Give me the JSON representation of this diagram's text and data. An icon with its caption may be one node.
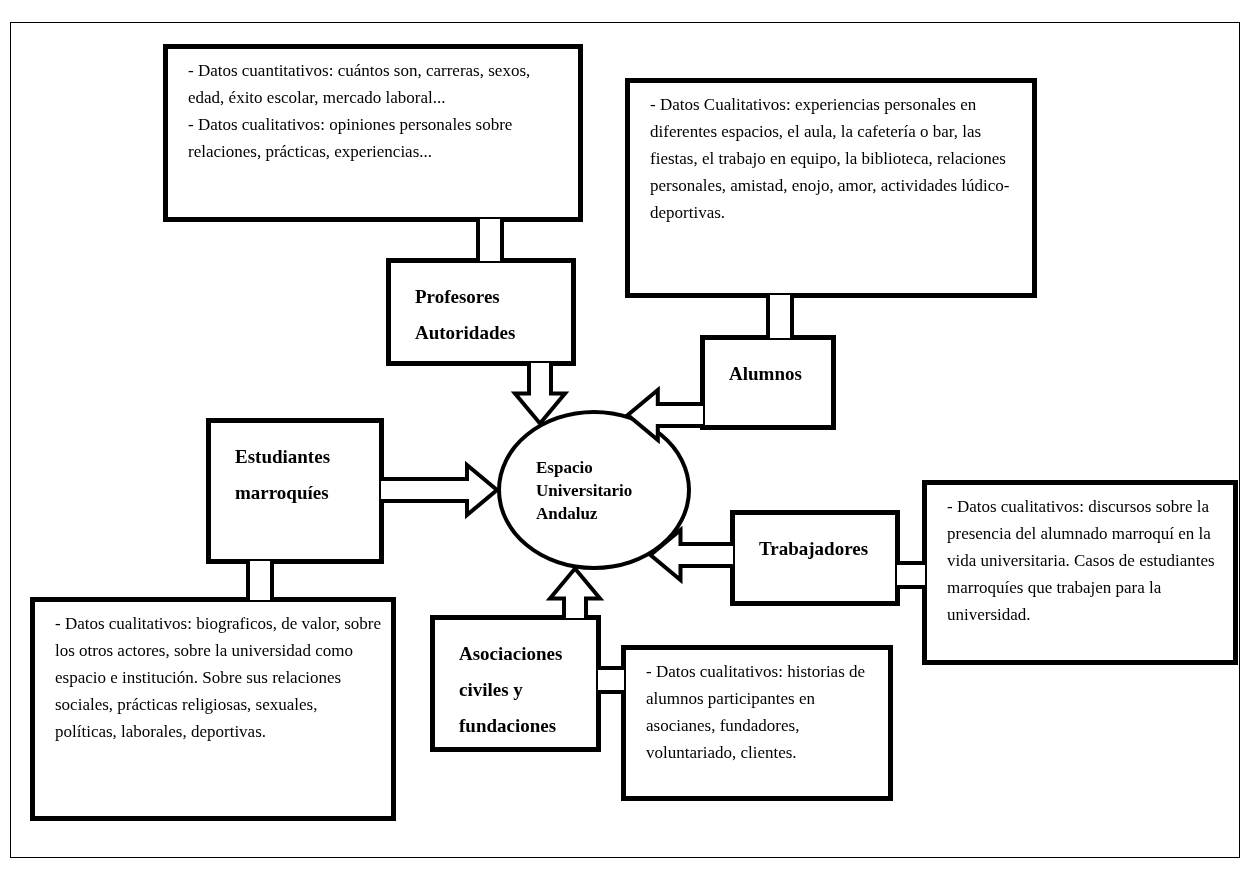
{
  "diagram": {
    "nodes": [
      {
        "text": [
          "- Datos cuantitativos: cuántos son, carreras, sexos, edad, éxito escolar, mercado laboral...",
          "- Datos cualitativos: opiniones personales sobre relaciones, prácticas, experiencias..."
        ]
      },
      {
        "text": [
          "- Datos Cualitativos: experiencias personales en diferentes espacios, el aula, la cafetería o bar, las fiestas, el trabajo en equipo, la biblioteca, relaciones personales, amistad, enojo, amor, actividades lúdico-deportivas."
        ]
      },
      {
        "text": [
          "Profesores Autoridades"
        ]
      },
      {
        "text": [
          "Alumnos"
        ]
      },
      {
        "text": [
          "Estudiantes marroquíes"
        ]
      },
      {
        "text": [
          "Espacio Universitario Andaluz"
        ]
      },
      {
        "text": [
          "- Datos cualitativos: discursos sobre la presencia del alumnado marroquí en la vida universitaria. Casos de estudiantes marroquíes que trabajen para la universidad."
        ]
      },
      {
        "text": [
          "Trabajadores"
        ]
      },
      {
        "text": [
          "Asociaciones civiles y fundaciones"
        ]
      },
      {
        "text": [
          "- Datos cualitativos: biograficos, de valor, sobre los otros actores, sobre la universidad como espacio e institución. Sobre sus relaciones sociales, prácticas religiosas, sexuales, políticas, laborales, deportivas."
        ]
      },
      {
        "text": [
          "- Datos cualitativos: historias de alumnos participantes en asocianes, fundadores, voluntariado, clientes."
        ]
      }
    ],
    "edges": [
      {
        "from": 0,
        "to": 2,
        "arrow": "none"
      },
      {
        "from": 1,
        "to": 3,
        "arrow": "none"
      },
      {
        "from": 9,
        "to": 4,
        "arrow": "none"
      },
      {
        "from": 6,
        "to": 7,
        "arrow": "none"
      },
      {
        "from": 10,
        "to": 8,
        "arrow": "none"
      },
      {
        "from": 2,
        "to": 5,
        "arrow": "to"
      },
      {
        "from": 3,
        "to": 5,
        "arrow": "to"
      },
      {
        "from": 4,
        "to": 5,
        "arrow": "to"
      },
      {
        "from": 7,
        "to": 5,
        "arrow": "to"
      },
      {
        "from": 8,
        "to": 5,
        "arrow": "to"
      }
    ]
  }
}
